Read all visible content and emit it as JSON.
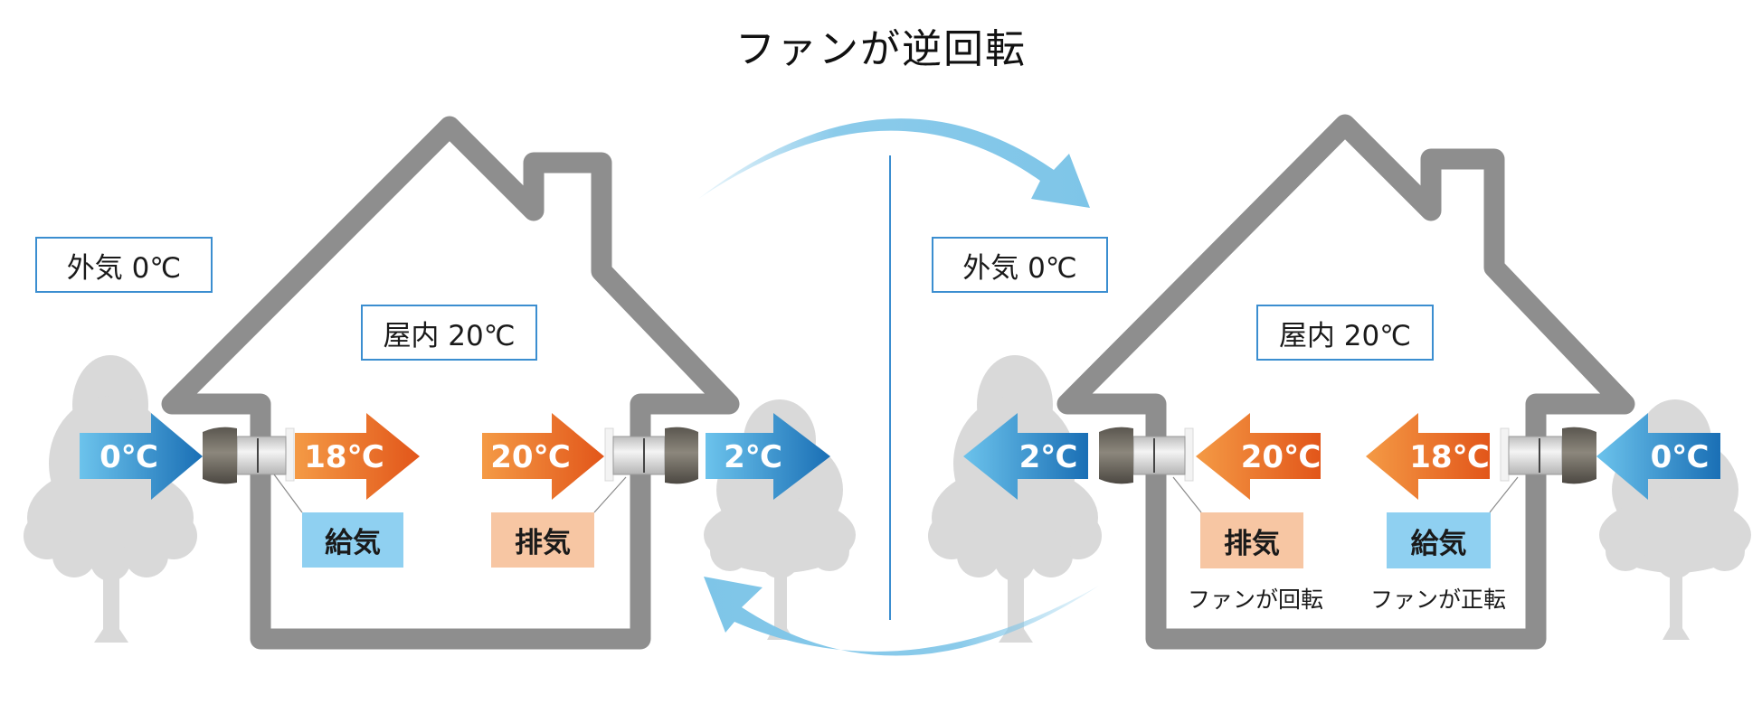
{
  "title": "ファンが逆回転",
  "colors": {
    "wall": "#8e8e8e",
    "tree": "#d9d9d9",
    "cold_light": "#6cc3ec",
    "cold_dark": "#1a6fb5",
    "warm_light": "#f49a45",
    "warm_dark": "#e2561a",
    "cycle_arrow": "#7ec5e8",
    "divider": "#3b8ed0",
    "supply_tag": "#8fd0f1",
    "exhaust_tag": "#f7c6a3"
  },
  "left_scene": {
    "outdoor_label": "外気 0℃",
    "indoor_label": "屋内 20℃",
    "flows": [
      {
        "label": "0℃",
        "kind": "cold",
        "direction": "right"
      },
      {
        "label": "18℃",
        "kind": "warm",
        "direction": "right"
      },
      {
        "label": "20℃",
        "kind": "warm",
        "direction": "right"
      },
      {
        "label": "2℃",
        "kind": "cold",
        "direction": "right"
      }
    ],
    "tags": [
      {
        "label": "給気",
        "kind": "supply"
      },
      {
        "label": "排気",
        "kind": "exhaust"
      }
    ]
  },
  "right_scene": {
    "outdoor_label": "外気 0℃",
    "indoor_label": "屋内 20℃",
    "flows": [
      {
        "label": "2℃",
        "kind": "cold",
        "direction": "left"
      },
      {
        "label": "20℃",
        "kind": "warm",
        "direction": "left"
      },
      {
        "label": "18℃",
        "kind": "warm",
        "direction": "left"
      },
      {
        "label": "0℃",
        "kind": "cold",
        "direction": "left"
      }
    ],
    "tags": [
      {
        "label": "排気",
        "kind": "exhaust",
        "caption": "ファンが回転"
      },
      {
        "label": "給気",
        "kind": "supply",
        "caption": "ファンが正転"
      }
    ]
  },
  "cycle_arrows": [
    {
      "name": "top",
      "direction": "clockwise-right"
    },
    {
      "name": "bottom",
      "direction": "counterclockwise-left"
    }
  ]
}
